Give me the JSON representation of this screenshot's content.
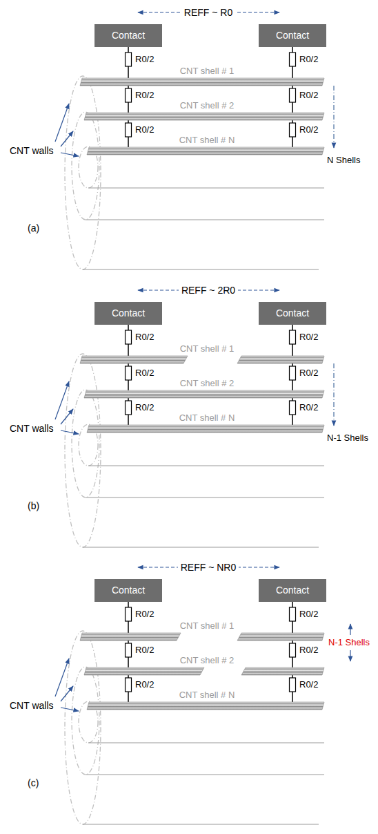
{
  "diagram": {
    "nodes": [
      {
        "text": [
          "Contact"
        ]
      },
      {
        "text": [
          "Contact"
        ]
      },
      {
        "text": [
          "Contact"
        ]
      },
      {
        "text": [
          "Contact"
        ]
      },
      {
        "text": [
          "Contact"
        ]
      },
      {
        "text": [
          "Contact"
        ]
      }
    ],
    "labels": [
      "REFF ~ R0",
      "R0/2",
      "R0/2",
      "CNT shell # 1",
      "R0/2",
      "R0/2",
      "CNT shell # 2",
      "R0/2",
      "R0/2",
      "CNT shell # N",
      "CNT walls",
      "N Shells",
      "(a)",
      "REFF ~ 2R0",
      "R0/2",
      "R0/2",
      "CNT shell # 1",
      "R0/2",
      "R0/2",
      "CNT shell # 2",
      "R0/2",
      "R0/2",
      "CNT shell # N",
      "CNT walls",
      "N-1 Shells",
      "(b)",
      "REFF ~ NR0",
      "R0/2",
      "R0/2",
      "CNT shell # 1",
      "R0/2",
      "R0/2",
      "CNT shell # 2",
      "R0/2",
      "R0/2",
      "CNT shell # N",
      "CNT walls",
      "N-1 Shells",
      "(c)"
    ]
  }
}
